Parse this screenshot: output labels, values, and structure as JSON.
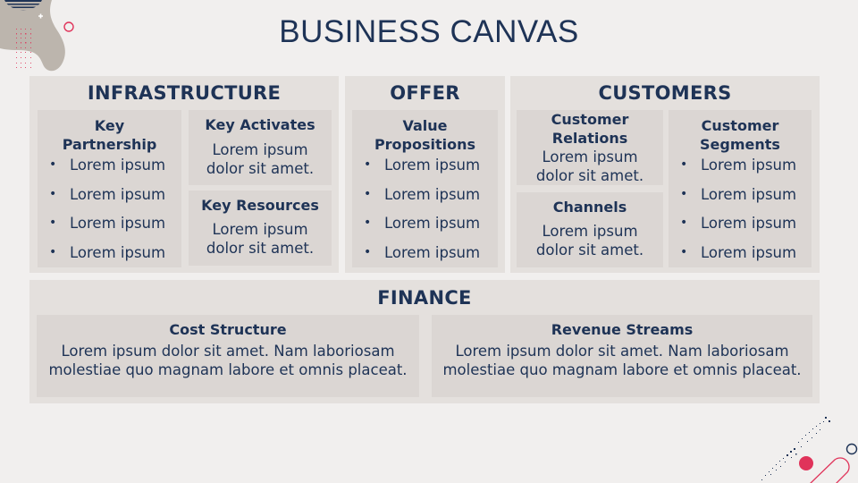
{
  "title": "BUSINESS CANVAS",
  "colors": {
    "background": "#f1efee",
    "section": "#e4e0dd",
    "box": "#dbd6d3",
    "text": "#1e3356",
    "accent": "#e0335a",
    "blob": "#bcb5ad"
  },
  "infrastructure": {
    "title": "INFRASTRUCTURE",
    "key_partnership": {
      "title_line1": "Key",
      "title_line2": "Partnership",
      "items": [
        "Lorem ipsum",
        "Lorem ipsum",
        "Lorem ipsum",
        "Lorem ipsum"
      ]
    },
    "key_activates": {
      "title": "Key Activates",
      "line1": "Lorem ipsum",
      "line2": "dolor sit amet."
    },
    "key_resources": {
      "title": "Key Resources",
      "line1": "Lorem ipsum",
      "line2": "dolor sit amet."
    }
  },
  "offer": {
    "title": "OFFER",
    "value_propositions": {
      "title_line1": "Value",
      "title_line2": "Propositions",
      "items": [
        "Lorem ipsum",
        "Lorem ipsum",
        "Lorem ipsum",
        "Lorem ipsum"
      ]
    }
  },
  "customers": {
    "title": "CUSTOMERS",
    "customer_relations": {
      "title_line1": "Customer",
      "title_line2": "Relations",
      "line1": "Lorem ipsum",
      "line2": "dolor sit amet."
    },
    "channels": {
      "title": "Channels",
      "line1": "Lorem ipsum",
      "line2": "dolor sit amet."
    },
    "customer_segments": {
      "title_line1": "Customer",
      "title_line2": "Segments",
      "items": [
        "Lorem ipsum",
        "Lorem ipsum",
        "Lorem ipsum",
        "Lorem ipsum"
      ]
    }
  },
  "finance": {
    "title": "FINANCE",
    "cost_structure": {
      "title": "Cost Structure",
      "line1": "Lorem ipsum dolor sit amet. Nam laboriosam",
      "line2": "molestiae quo magnam labore et omnis placeat."
    },
    "revenue_streams": {
      "title": "Revenue Streams",
      "line1": "Lorem ipsum dolor sit amet. Nam laboriosam",
      "line2": "molestiae quo magnam labore et omnis placeat."
    }
  }
}
